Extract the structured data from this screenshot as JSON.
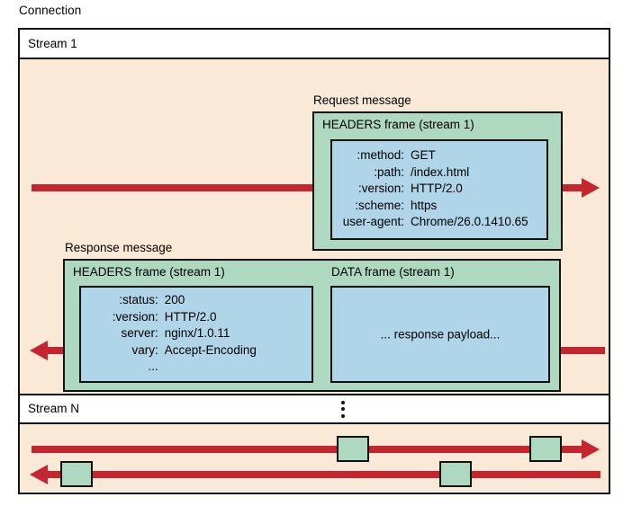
{
  "diagram": {
    "connection_label": "Connection",
    "colors": {
      "peach": "#fbe9d8",
      "green": "#aed8c0",
      "blue": "#b0d4e8",
      "red": "#c4252e",
      "stroke": "#111111",
      "white": "#ffffff"
    },
    "streams": [
      {
        "id": "stream-1",
        "label": "Stream 1"
      },
      {
        "id": "stream-n",
        "label": "Stream N"
      }
    ],
    "vertical_ellipsis": "⋮",
    "request": {
      "message_label": "Request message",
      "frame_title": "HEADERS frame (stream 1)",
      "headers": [
        {
          "name": ":method:",
          "value": "GET"
        },
        {
          "name": ":path:",
          "value": "/index.html"
        },
        {
          "name": ":version:",
          "value": "HTTP/2.0"
        },
        {
          "name": ":scheme:",
          "value": "https"
        },
        {
          "name": "user-agent:",
          "value": "Chrome/26.0.1410.65"
        }
      ]
    },
    "response": {
      "message_label": "Response message",
      "headers_frame": {
        "frame_title": "HEADERS frame (stream 1)",
        "headers": [
          {
            "name": ":status:",
            "value": "200"
          },
          {
            "name": ":version:",
            "value": "HTTP/2.0"
          },
          {
            "name": "server:",
            "value": "nginx/1.0.11"
          },
          {
            "name": "vary:",
            "value": "Accept-Encoding"
          },
          {
            "name": "...",
            "value": ""
          }
        ]
      },
      "data_frame": {
        "frame_title": "DATA frame (stream 1)",
        "payload_text": "... response payload..."
      }
    },
    "stream_n_flow": {
      "outbound_direction": "right",
      "inbound_direction": "left",
      "outbound_frame_count": 2,
      "inbound_frame_count": 2
    }
  }
}
